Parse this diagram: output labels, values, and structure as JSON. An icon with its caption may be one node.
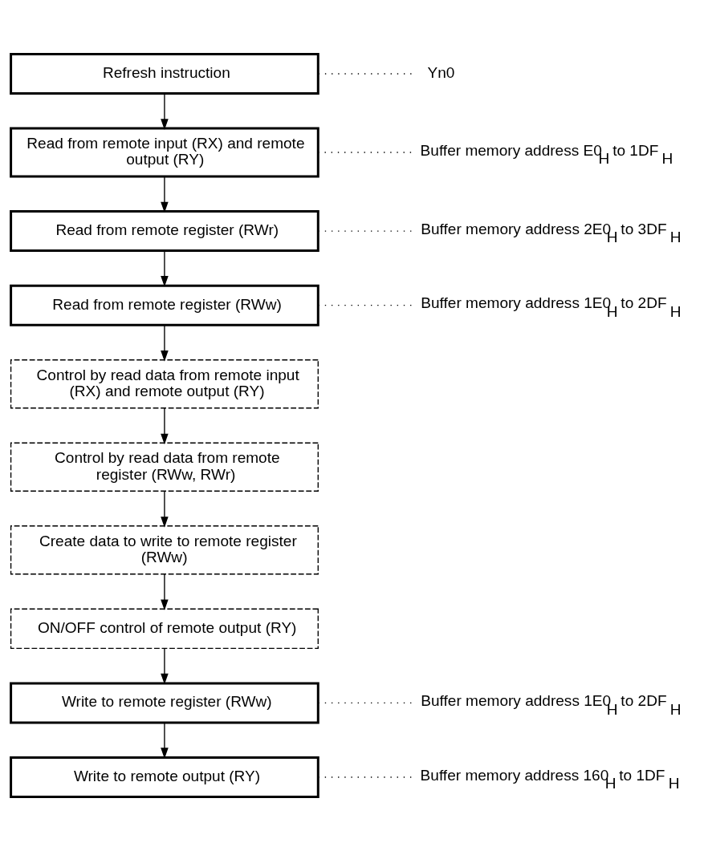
{
  "diagram": {
    "nodes": [
      {
        "text": [
          "Refresh instruction"
        ]
      },
      {
        "text": [
          "Yn0"
        ]
      },
      {
        "text": [
          "Read from remote input (RX) and remote  output (RY)"
        ]
      },
      {
        "text": [
          "Buffer memory address E0$_{H}$ to 1DF$_{H}$"
        ]
      },
      {
        "text": [
          "Read from remote register (RWr)"
        ]
      },
      {
        "text": [
          "Buffer memory address 2E0$_{H}$ to 3DF$_{H}$"
        ]
      },
      {
        "text": [
          "Read from remote register (RWw)"
        ]
      },
      {
        "text": [
          "Buffer memory address 1E0$_{H}$ to 2DF$_{H}$"
        ]
      },
      {
        "text": [
          "Control by read data from remote input (RX) and remote output (RY)"
        ]
      },
      {
        "text": [
          "Control by read data from remote register (RWw, RWr)"
        ]
      },
      {
        "text": [
          "Create data to write to remote register (RWw)"
        ]
      },
      {
        "text": [
          "ON/OFF control of remote output (RY)"
        ]
      },
      {
        "text": [
          "Write to remote register (RWw)"
        ]
      },
      {
        "text": [
          "Buffer memory address 1E0$_{H}$ to 2DF$_{H}$"
        ]
      },
      {
        "text": [
          "Write to remote output (RY)"
        ]
      },
      {
        "text": [
          "Buffer memory address 160$_{H}$ to 1DF$_{H}$"
        ]
      }
    ],
    "edges": [
      {
        "from": 0,
        "to": 2,
        "arrow": "to"
      },
      {
        "from": 2,
        "to": 4,
        "arrow": "to"
      },
      {
        "from": 4,
        "to": 6,
        "arrow": "to"
      },
      {
        "from": 6,
        "to": 8,
        "arrow": "to"
      },
      {
        "from": 8,
        "to": 9,
        "arrow": "to"
      },
      {
        "from": 9,
        "to": 10,
        "arrow": "to"
      },
      {
        "from": 10,
        "to": 11,
        "arrow": "to"
      },
      {
        "from": 11,
        "to": 12,
        "arrow": "to"
      },
      {
        "from": 12,
        "to": 14,
        "arrow": "to"
      },
      {
        "from": 0,
        "to": 1,
        "arrow": "none",
        "style": "dashed"
      },
      {
        "from": 2,
        "to": 3,
        "arrow": "none",
        "style": "dashed"
      },
      {
        "from": 4,
        "to": 5,
        "arrow": "none",
        "style": "dashed"
      },
      {
        "from": 6,
        "to": 7,
        "arrow": "none",
        "style": "dashed"
      },
      {
        "from": 12,
        "to": 13,
        "arrow": "none",
        "style": "dashed"
      },
      {
        "from": 14,
        "to": 15,
        "arrow": "none",
        "style": "dashed"
      }
    ]
  }
}
